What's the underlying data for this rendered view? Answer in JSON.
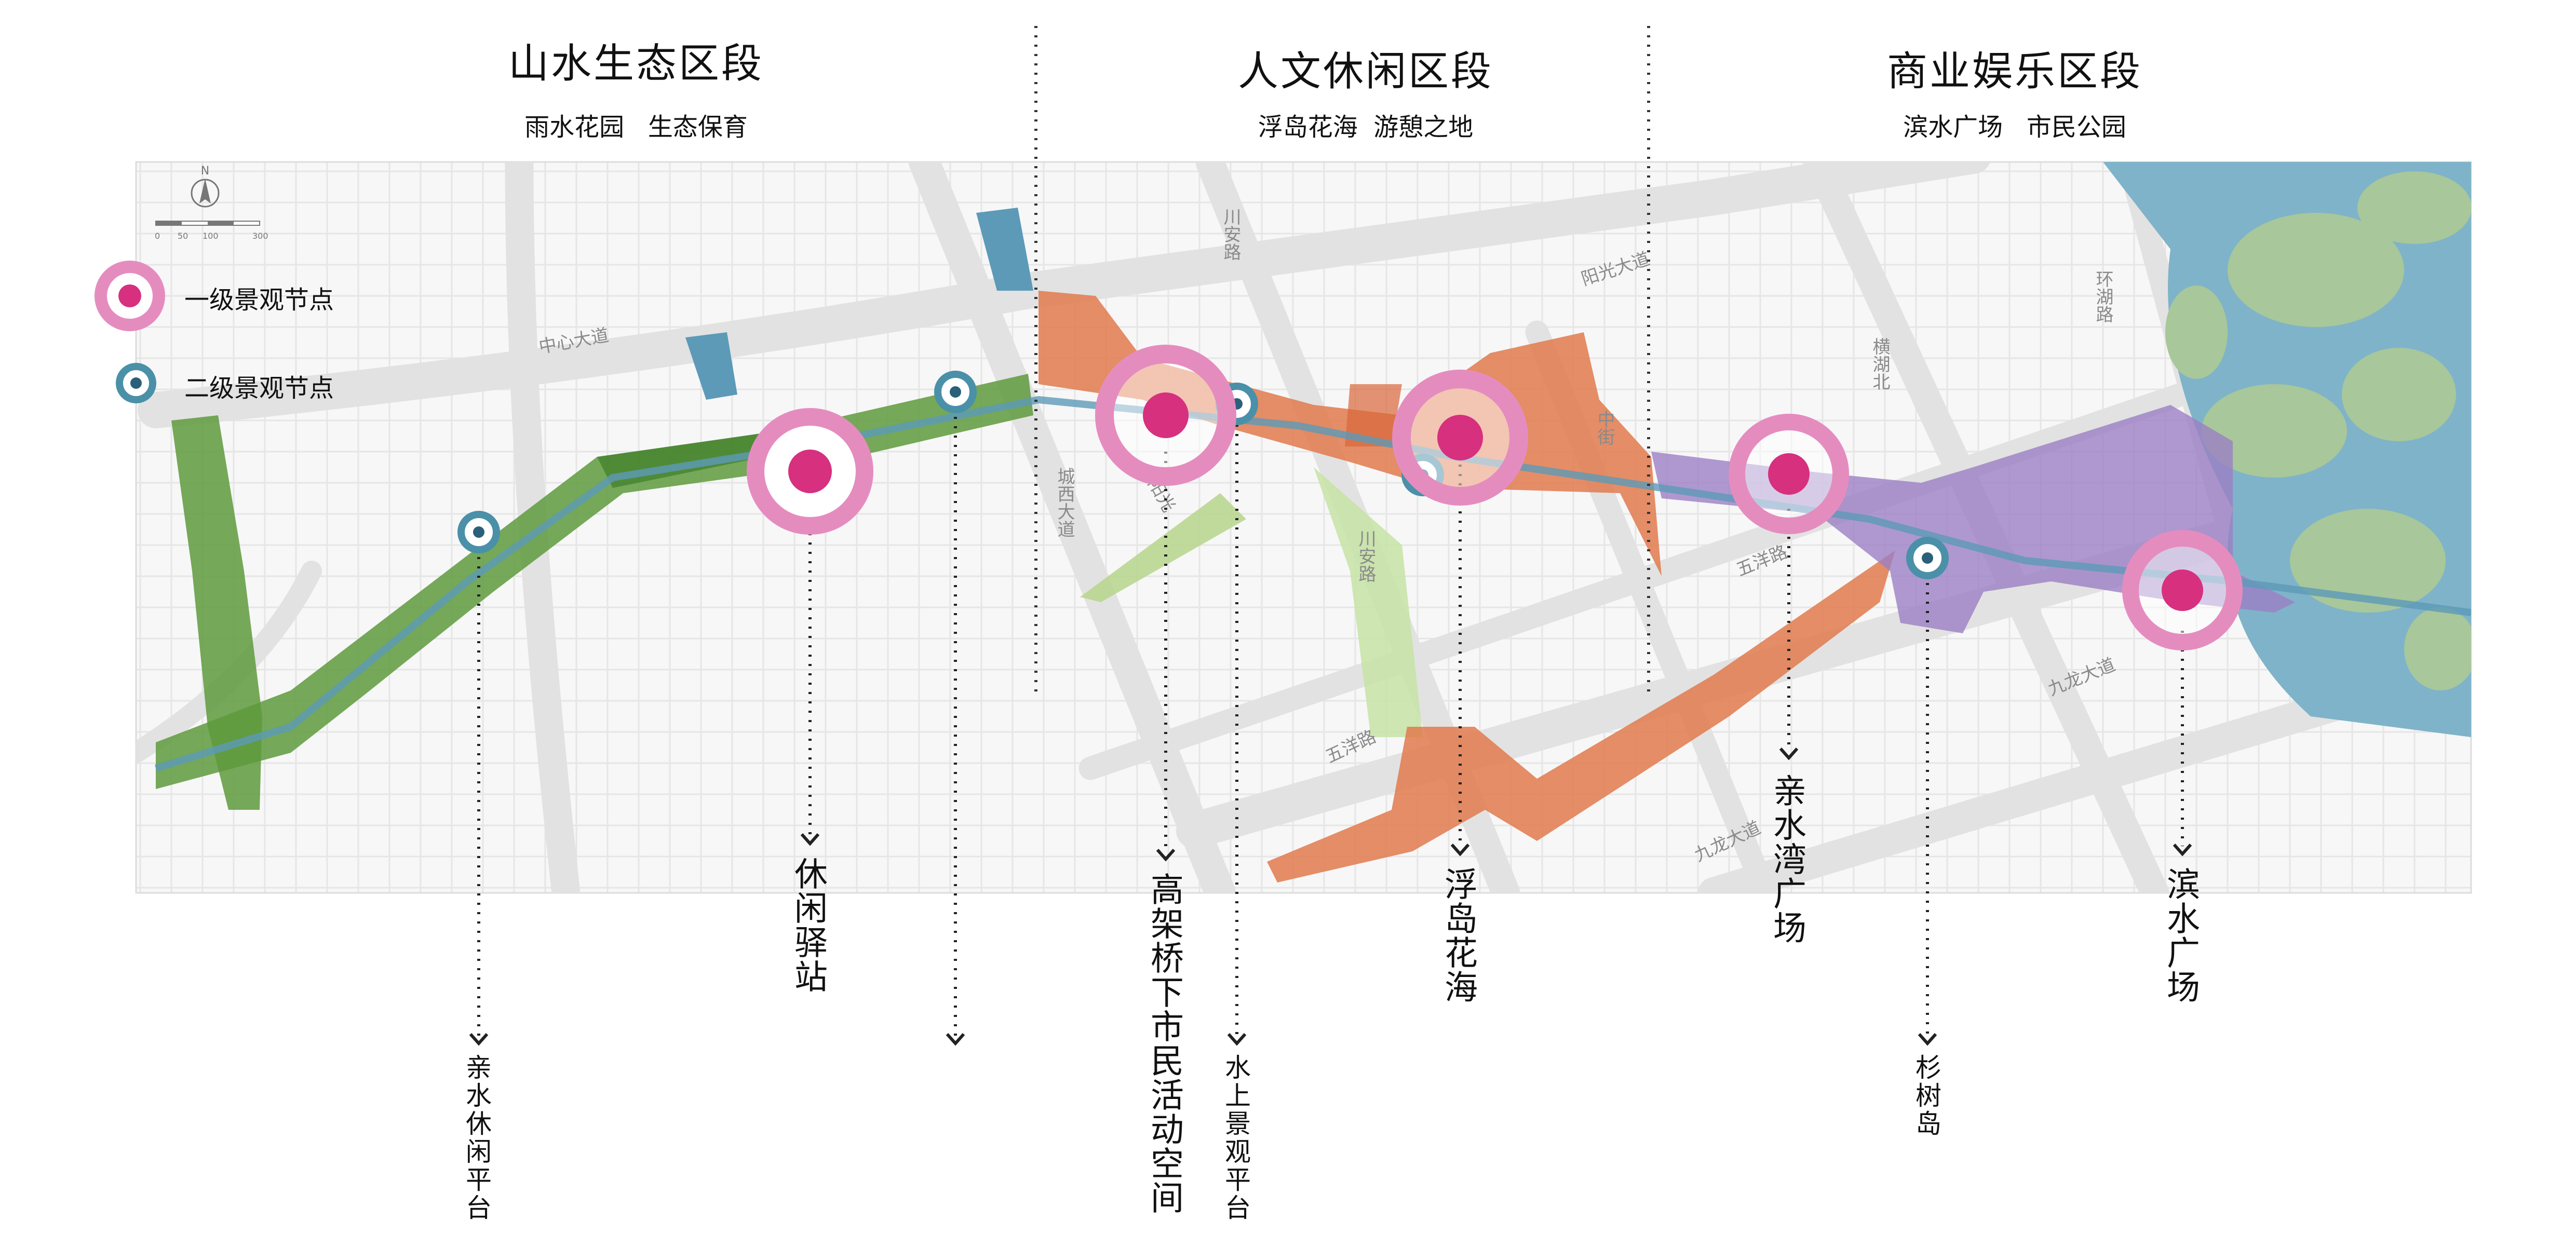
{
  "zones": [
    {
      "title": "山水生态区段",
      "subtitle": "雨水花园   生态保育"
    },
    {
      "title": "人文休闲区段",
      "subtitle": "浮岛花海  游憩之地"
    },
    {
      "title": "商业娱乐区段",
      "subtitle": "滨水广场   市民公园"
    }
  ],
  "legend": {
    "primary": "一级景观节点",
    "secondary": "二级景观节点",
    "primary_color": "#d6307f",
    "secondary_color": "#4a90a8"
  },
  "north_label": "N",
  "scale_ticks": [
    "0",
    "50",
    "100",
    "300"
  ],
  "roads": {
    "zhongxin": "中心大道",
    "yangguang": "阳光大道",
    "huanhu": "环湖路",
    "henghu": "横湖北",
    "chuanan1": "川安路",
    "chuanan2": "川安路",
    "chengxi": "城西大道",
    "wuyang1": "五洋路",
    "wuyang2": "五洋路",
    "jiulong1": "九龙大道",
    "jiulong2": "九龙大道",
    "zhongjie": "中街",
    "yang": "阳光"
  },
  "nodes": {
    "n1": "亲水休闲平台",
    "n2": "休闲驿站",
    "n4": "高架桥下市民活动空间",
    "n5": "水上景观平台",
    "n6": "浮岛花海",
    "n7": "亲水湾广场",
    "n8": "杉树岛",
    "n9": "滨水广场"
  },
  "colors": {
    "green_zone": "#5e9a3c",
    "orange_zone": "#e07a4c",
    "purple_zone": "#9b7fc4",
    "water": "#5c9ab8"
  }
}
